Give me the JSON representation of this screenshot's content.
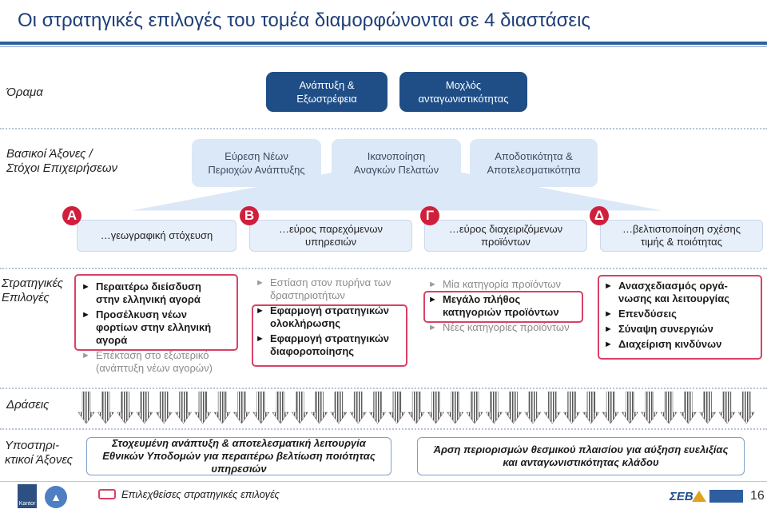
{
  "title": "Οι στρατηγικές επιλογές του τομέα διαμορφώνονται σε 4 διαστάσεις",
  "rows": {
    "vision": "Όραμα",
    "axes": [
      "Βασικοί Άξονες /",
      "Στόχοι Επιχειρήσεων"
    ],
    "choices": [
      "Στρατηγικές",
      "Επιλογές"
    ],
    "actions": "Δράσεις",
    "support": [
      "Υποστηρι-",
      "κτικοί Άξονες"
    ]
  },
  "vision_boxes": [
    [
      "Ανάπτυξη &",
      "Εξωστρέφεια"
    ],
    [
      "Μοχλός",
      "ανταγωνιστικότητας"
    ]
  ],
  "goal_boxes": [
    [
      "Εύρεση Νέων",
      "Περιοχών Ανάπτυξης"
    ],
    [
      "Ικανοποίηση",
      "Αναγκών Πελατών"
    ],
    [
      "Αποδοτικότητα &",
      "Αποτελεσματικότητα"
    ]
  ],
  "dimensions": [
    {
      "letter": "Α",
      "lines": [
        "…γεωγραφική στόχευση"
      ]
    },
    {
      "letter": "Β",
      "lines": [
        "…εύρος παρεχόμενων",
        "υπηρεσιών"
      ]
    },
    {
      "letter": "Γ",
      "lines": [
        "…εύρος διαχειριζόμενων",
        "προϊόντων"
      ]
    },
    {
      "letter": "Δ",
      "lines": [
        "…βελτιστοποίηση σχέσης",
        "τιμής & ποιότητας"
      ]
    }
  ],
  "choices": [
    [
      {
        "lines": [
          "Περαιτέρω διείσδυση",
          "στην ελληνική αγορά"
        ],
        "selected": true
      },
      {
        "lines": [
          "Προσέλκυση νέων",
          "φορτίων στην ελληνική",
          "αγορά"
        ],
        "selected": true
      },
      {
        "lines": [
          "Επέκταση στο εξωτερικό",
          "(ανάπτυξη νέων αγορών)"
        ],
        "selected": false
      }
    ],
    [
      {
        "lines": [
          "Εστίαση στον πυρήνα των",
          "δραστηριοτήτων"
        ],
        "selected": false
      },
      {
        "lines": [
          "Εφαρμογή στρατηγικών",
          "ολοκλήρωσης"
        ],
        "selected": true
      },
      {
        "lines": [
          "Εφαρμογή στρατηγικών",
          "διαφοροποίησης"
        ],
        "selected": true
      }
    ],
    [
      {
        "lines": [
          "Μία κατηγορία προϊόντων"
        ],
        "selected": false
      },
      {
        "lines": [
          "Μεγάλο πλήθος",
          "κατηγοριών προϊόντων"
        ],
        "selected": true
      },
      {
        "lines": [
          "Νέες κατηγορίες προϊόντων"
        ],
        "selected": false
      }
    ],
    [
      {
        "lines": [
          "Ανασχεδιασμός οργά-",
          "νωσης και λειτουργίας"
        ],
        "selected": true
      },
      {
        "lines": [
          "Επενδύσεις"
        ],
        "selected": true
      },
      {
        "lines": [
          "Σύναψη συνεργιών"
        ],
        "selected": true
      },
      {
        "lines": [
          "Διαχείριση κινδύνων"
        ],
        "selected": true
      }
    ]
  ],
  "support_boxes": [
    [
      "Στοχευμένη ανάπτυξη & αποτελεσματική λειτουργία",
      "Εθνικών Υποδομών για περαιτέρω βελτίωση ποιότητας",
      "υπηρεσιών"
    ],
    [
      "Άρση περιορισμών θεσμικού πλαισίου για αύξηση ευελιξίας",
      "και ανταγωνιστικότητας κλάδου"
    ]
  ],
  "legend": "Επιλεχθείσες στρατηγικές επιλογές",
  "logos": {
    "left1": "Kantor",
    "right": "ΣΕΒ"
  },
  "page_number": "16",
  "colors": {
    "brand_dark": "#1f4e87",
    "brand_light": "#dbe8f7",
    "accent_red": "#d01f3c",
    "selection": "#d94163"
  }
}
